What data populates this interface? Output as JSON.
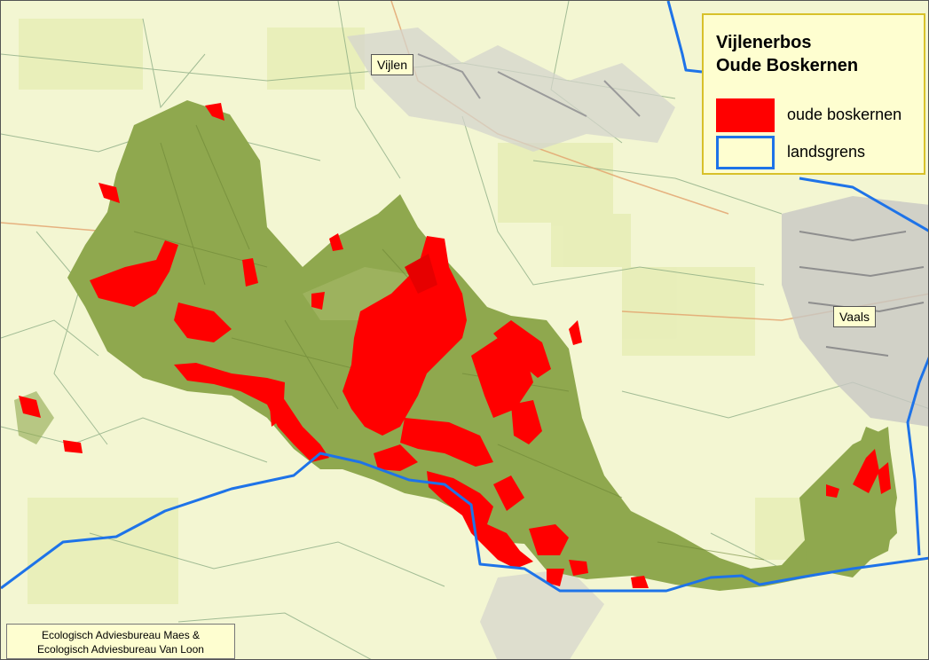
{
  "legend": {
    "title_line1": "Vijlenerbos",
    "title_line2": "Oude Boskernen",
    "items": [
      {
        "label": "oude boskernen",
        "color": "#ff0000"
      },
      {
        "label": "landsgrens",
        "color": "#1e73e8"
      }
    ]
  },
  "places": {
    "vijlen": "Vijlen",
    "vaals": "Vaals"
  },
  "credit": {
    "line1": "Ecologisch Adviesbureau Maes &",
    "line2": "Ecologisch Adviesbureau Van Loon"
  },
  "colors": {
    "base_map": "#f3f6d2",
    "forest": "#8fa84e",
    "old_forest_core": "#ff0000",
    "border": "#1e73e8",
    "urban": "#c8c8c8"
  }
}
